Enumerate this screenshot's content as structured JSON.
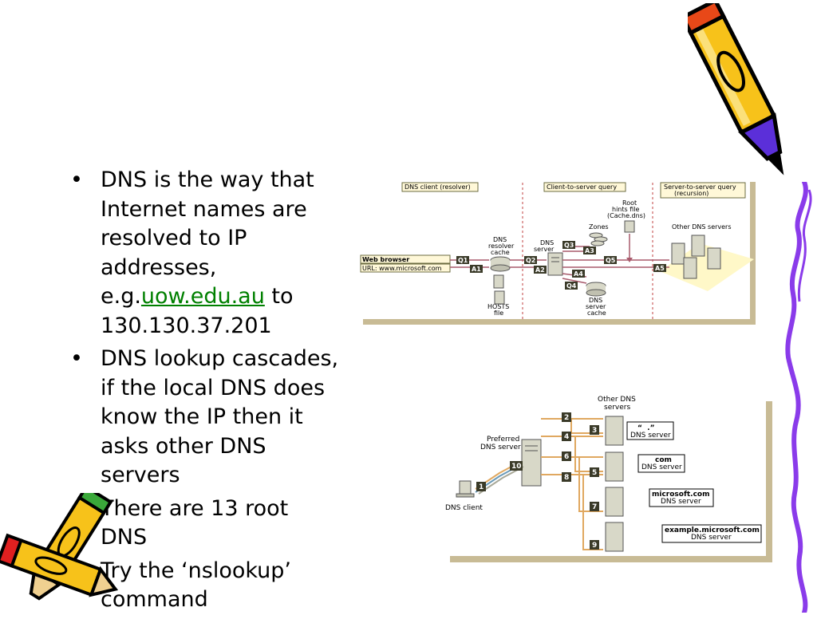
{
  "bullets": [
    {
      "lines": [
        "DNS is the way that",
        "Internet names are",
        "resolved to IP",
        "addresses,"
      ],
      "prefix": "e.g.",
      "link": "uow.edu.au",
      "suffix": " to",
      "last": "130.130.37.201"
    },
    {
      "lines": [
        "DNS lookup cascades,",
        "if the local DNS does",
        "know the IP then it",
        "asks other DNS",
        "servers"
      ]
    },
    {
      "lines": [
        "There are 13 root",
        "DNS"
      ]
    },
    {
      "lines": [
        "Try the ‘nslookup’",
        "command"
      ]
    }
  ],
  "bullet_char": "•",
  "diagram1": {
    "section_client": "DNS client (resolver)",
    "section_c2s": "Client-to-server query",
    "section_s2s_1": "Server-to-server query",
    "section_s2s_2": "(recursion)",
    "web_browser": "Web browser",
    "url": "URL: www.microsoft.com",
    "resolver_cache": [
      "DNS",
      "resolver",
      "cache"
    ],
    "hosts_file": [
      "HOSTS",
      "file"
    ],
    "dns_server": [
      "DNS",
      "server"
    ],
    "zones": "Zones",
    "root_hints": [
      "Root",
      "hints file",
      "(Cache.dns)"
    ],
    "server_cache": [
      "DNS",
      "server",
      "cache"
    ],
    "other_dns": "Other DNS servers",
    "tags": {
      "q1": "Q1",
      "a1": "A1",
      "q2": "Q2",
      "a2": "A2",
      "q3": "Q3",
      "a3": "A3",
      "q4": "Q4",
      "a4": "A4",
      "q5": "Q5",
      "a5": "A5"
    }
  },
  "diagram2": {
    "other_dns": [
      "Other DNS",
      "servers"
    ],
    "preferred": [
      "Preferred",
      "DNS server"
    ],
    "dns_client": "DNS client",
    "root_name": "“  .”",
    "root_sub": "DNS server",
    "com_name": "com",
    "com_sub": "DNS server",
    "ms_name": "microsoft.com",
    "ms_sub": "DNS server",
    "ex_name": "example.microsoft.com",
    "ex_sub": "DNS server",
    "steps": {
      "s1": "1",
      "s2": "2",
      "s3": "3",
      "s4": "4",
      "s5": "5",
      "s6": "6",
      "s7": "7",
      "s8": "8",
      "s9": "9",
      "s10": "10"
    }
  },
  "colors": {
    "frame_shadow": "#c8bb95",
    "arrow": "#a85a6c",
    "tag_bg": "#3a3a28",
    "arrow2": "#e0a860",
    "pencil_yellow": "#f7c21a",
    "pencil_purple": "#5b2fd9",
    "squiggle": "#8a3bea"
  }
}
